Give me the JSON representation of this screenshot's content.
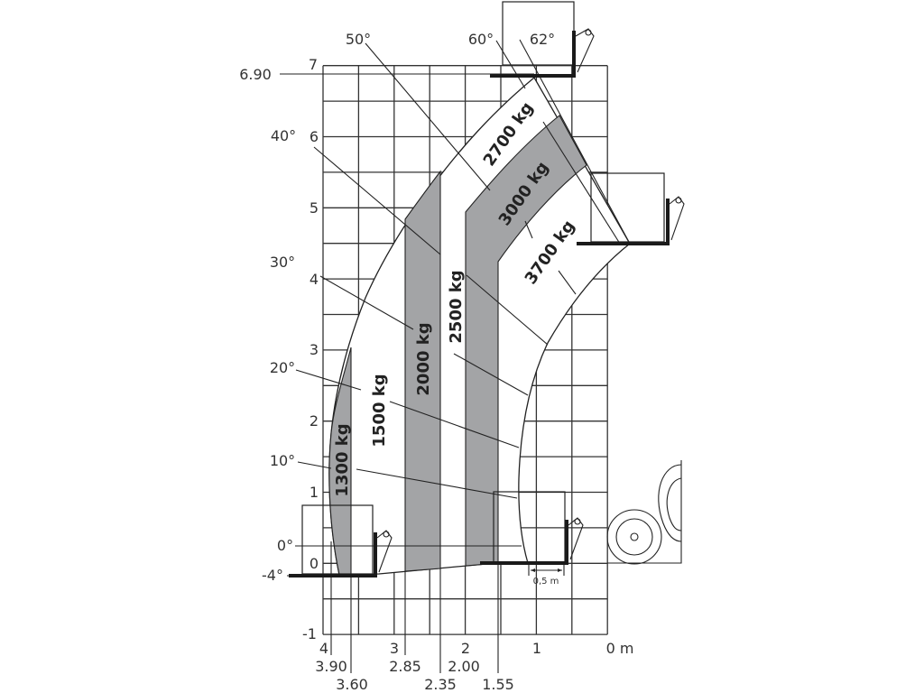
{
  "colors": {
    "band_gray": "#a3a4a6",
    "line": "#222222",
    "background": "#ffffff"
  },
  "y_axis": {
    "ticks": [
      "7",
      "6",
      "5",
      "4",
      "3",
      "2",
      "1",
      "0",
      "-1"
    ],
    "max_height_label": "6.90"
  },
  "x_axis": {
    "ticks": [
      "4",
      "3",
      "2",
      "1",
      "0 m"
    ],
    "reach_marks": [
      "3.90",
      "3.60",
      "2.85",
      "2.35",
      "2.00",
      "1.55"
    ]
  },
  "angles": [
    "50°",
    "60°",
    "62°",
    "40°",
    "30°",
    "20°",
    "10°",
    "0°",
    "-4°"
  ],
  "load_zones": [
    "2700 kg",
    "3000 kg",
    "3700 kg",
    "2500 kg",
    "2000 kg",
    "1500 kg",
    "1300 kg"
  ],
  "fork_dimension": "0,5 m"
}
